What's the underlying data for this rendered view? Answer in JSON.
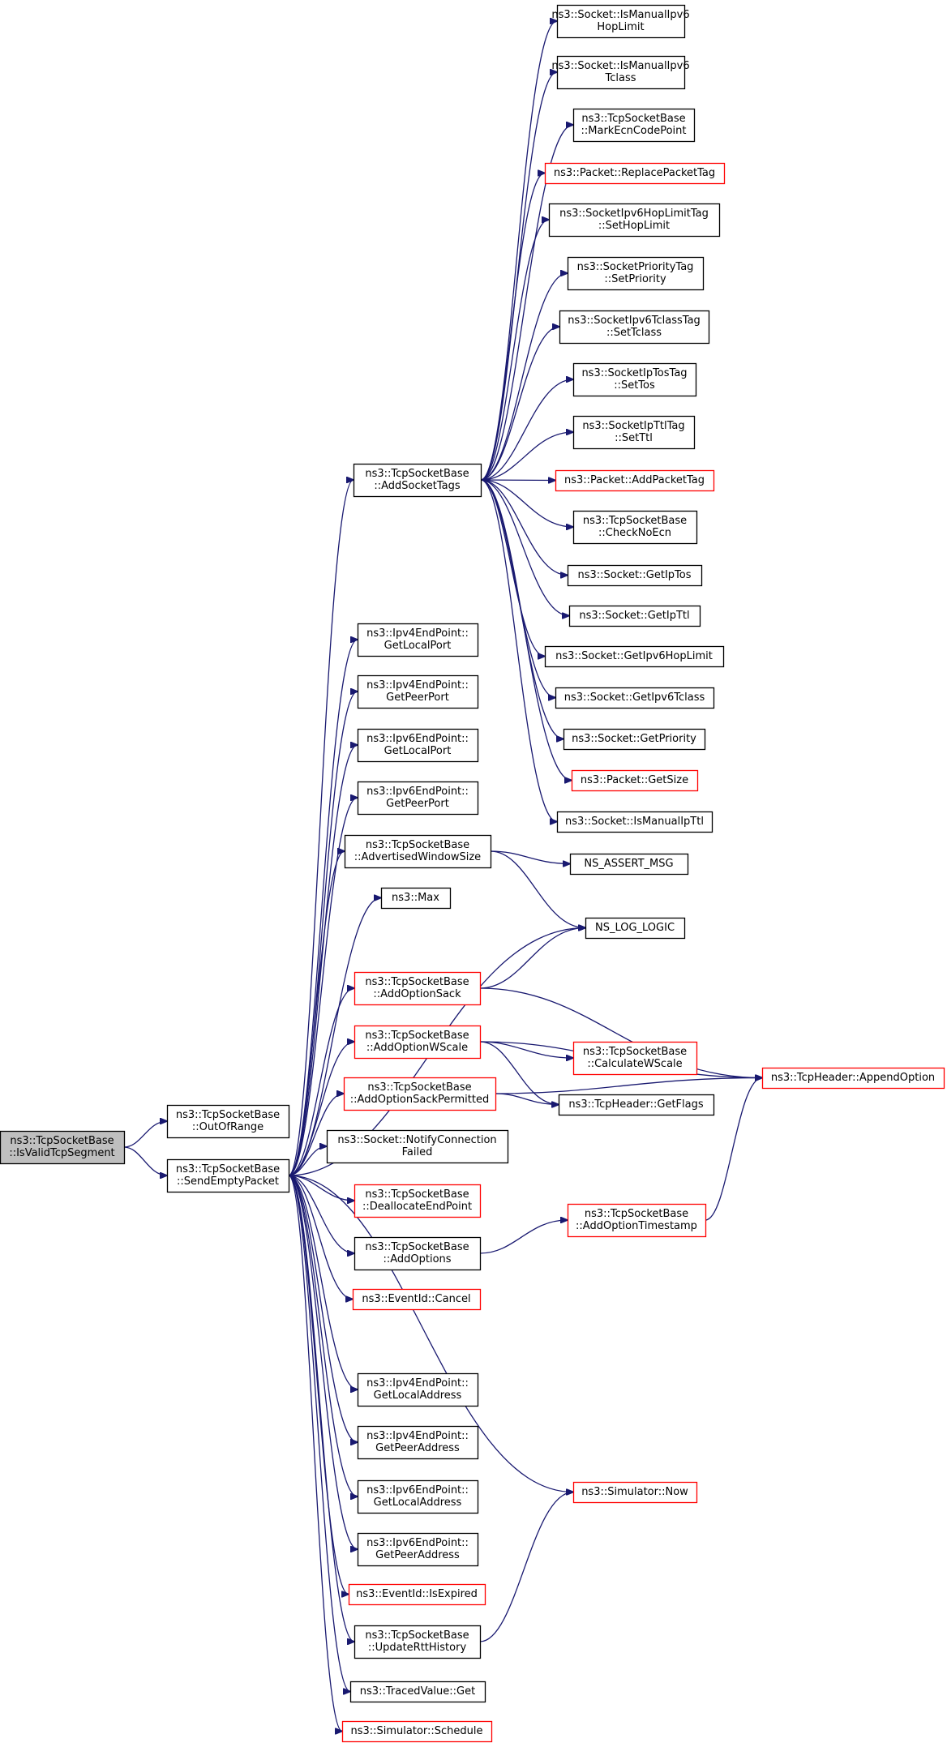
{
  "graph": {
    "edge_color": "#191970",
    "highlight_border_color": "#ff0000",
    "root_fill_color": "#bfbfbf",
    "nodes": [
      {
        "id": "root",
        "lines": [
          "ns3::TcpSocketBase",
          "::IsValidTcpSegment"
        ],
        "style": "root"
      },
      {
        "id": "outofrange",
        "lines": [
          "ns3::TcpSocketBase",
          "::OutOfRange"
        ],
        "style": "normal"
      },
      {
        "id": "sendempty",
        "lines": [
          "ns3::TcpSocketBase",
          "::SendEmptyPacket"
        ],
        "style": "normal"
      },
      {
        "id": "addsockettags",
        "lines": [
          "ns3::TcpSocketBase",
          "::AddSocketTags"
        ],
        "style": "normal"
      },
      {
        "id": "ismanualhop",
        "lines": [
          "ns3::Socket::IsManualIpv6",
          "HopLimit"
        ],
        "style": "normal"
      },
      {
        "id": "ismanualtclass",
        "lines": [
          "ns3::Socket::IsManualIpv6",
          "Tclass"
        ],
        "style": "normal"
      },
      {
        "id": "markecn",
        "lines": [
          "ns3::TcpSocketBase",
          "::MarkEcnCodePoint"
        ],
        "style": "normal"
      },
      {
        "id": "replacetag",
        "lines": [
          "ns3::Packet::ReplacePacketTag"
        ],
        "style": "red"
      },
      {
        "id": "sethoplimit",
        "lines": [
          "ns3::SocketIpv6HopLimitTag",
          "::SetHopLimit"
        ],
        "style": "normal"
      },
      {
        "id": "setpriority",
        "lines": [
          "ns3::SocketPriorityTag",
          "::SetPriority"
        ],
        "style": "normal"
      },
      {
        "id": "settclass",
        "lines": [
          "ns3::SocketIpv6TclassTag",
          "::SetTclass"
        ],
        "style": "normal"
      },
      {
        "id": "settos",
        "lines": [
          "ns3::SocketIpTosTag",
          "::SetTos"
        ],
        "style": "normal"
      },
      {
        "id": "setttl",
        "lines": [
          "ns3::SocketIpTtlTag",
          "::SetTtl"
        ],
        "style": "normal"
      },
      {
        "id": "addpackettag",
        "lines": [
          "ns3::Packet::AddPacketTag"
        ],
        "style": "red"
      },
      {
        "id": "checknoecn",
        "lines": [
          "ns3::TcpSocketBase",
          "::CheckNoEcn"
        ],
        "style": "normal"
      },
      {
        "id": "getiptos",
        "lines": [
          "ns3::Socket::GetIpTos"
        ],
        "style": "normal"
      },
      {
        "id": "getipttl",
        "lines": [
          "ns3::Socket::GetIpTtl"
        ],
        "style": "normal"
      },
      {
        "id": "getipv6hop",
        "lines": [
          "ns3::Socket::GetIpv6HopLimit"
        ],
        "style": "normal"
      },
      {
        "id": "getipv6tclass",
        "lines": [
          "ns3::Socket::GetIpv6Tclass"
        ],
        "style": "normal"
      },
      {
        "id": "getpriority",
        "lines": [
          "ns3::Socket::GetPriority"
        ],
        "style": "normal"
      },
      {
        "id": "getsize",
        "lines": [
          "ns3::Packet::GetSize"
        ],
        "style": "red"
      },
      {
        "id": "ismanualipttl",
        "lines": [
          "ns3::Socket::IsManualIpTtl"
        ],
        "style": "normal"
      },
      {
        "id": "ipv4localport",
        "lines": [
          "ns3::Ipv4EndPoint::",
          "GetLocalPort"
        ],
        "style": "normal"
      },
      {
        "id": "ipv4peerport",
        "lines": [
          "ns3::Ipv4EndPoint::",
          "GetPeerPort"
        ],
        "style": "normal"
      },
      {
        "id": "ipv6localport",
        "lines": [
          "ns3::Ipv6EndPoint::",
          "GetLocalPort"
        ],
        "style": "normal"
      },
      {
        "id": "ipv6peerport",
        "lines": [
          "ns3::Ipv6EndPoint::",
          "GetPeerPort"
        ],
        "style": "normal"
      },
      {
        "id": "advwin",
        "lines": [
          "ns3::TcpSocketBase",
          "::AdvertisedWindowSize"
        ],
        "style": "normal"
      },
      {
        "id": "max",
        "lines": [
          "ns3::Max"
        ],
        "style": "normal"
      },
      {
        "id": "assertmsg",
        "lines": [
          "NS_ASSERT_MSG"
        ],
        "style": "normal"
      },
      {
        "id": "loglogic",
        "lines": [
          "NS_LOG_LOGIC"
        ],
        "style": "normal"
      },
      {
        "id": "addoptsack",
        "lines": [
          "ns3::TcpSocketBase",
          "::AddOptionSack"
        ],
        "style": "red"
      },
      {
        "id": "addoptwscale",
        "lines": [
          "ns3::TcpSocketBase",
          "::AddOptionWScale"
        ],
        "style": "red"
      },
      {
        "id": "calcwscale",
        "lines": [
          "ns3::TcpSocketBase",
          "::CalculateWScale"
        ],
        "style": "red"
      },
      {
        "id": "appendopt",
        "lines": [
          "ns3::TcpHeader::AppendOption"
        ],
        "style": "red"
      },
      {
        "id": "addoptsackperm",
        "lines": [
          "ns3::TcpSocketBase",
          "::AddOptionSackPermitted"
        ],
        "style": "red"
      },
      {
        "id": "getflags",
        "lines": [
          "ns3::TcpHeader::GetFlags"
        ],
        "style": "normal"
      },
      {
        "id": "notifyconnfail",
        "lines": [
          "ns3::Socket::NotifyConnection",
          "Failed"
        ],
        "style": "normal"
      },
      {
        "id": "deallocep",
        "lines": [
          "ns3::TcpSocketBase",
          "::DeallocateEndPoint"
        ],
        "style": "red"
      },
      {
        "id": "addopttimestamp",
        "lines": [
          "ns3::TcpSocketBase",
          "::AddOptionTimestamp"
        ],
        "style": "red"
      },
      {
        "id": "addoptions",
        "lines": [
          "ns3::TcpSocketBase",
          "::AddOptions"
        ],
        "style": "normal"
      },
      {
        "id": "cancel",
        "lines": [
          "ns3::EventId::Cancel"
        ],
        "style": "red"
      },
      {
        "id": "ipv4localaddr",
        "lines": [
          "ns3::Ipv4EndPoint::",
          "GetLocalAddress"
        ],
        "style": "normal"
      },
      {
        "id": "ipv4peeraddr",
        "lines": [
          "ns3::Ipv4EndPoint::",
          "GetPeerAddress"
        ],
        "style": "normal"
      },
      {
        "id": "ipv6localaddr",
        "lines": [
          "ns3::Ipv6EndPoint::",
          "GetLocalAddress"
        ],
        "style": "normal"
      },
      {
        "id": "ipv6peeraddr",
        "lines": [
          "ns3::Ipv6EndPoint::",
          "GetPeerAddress"
        ],
        "style": "normal"
      },
      {
        "id": "now",
        "lines": [
          "ns3::Simulator::Now"
        ],
        "style": "red"
      },
      {
        "id": "isexpired",
        "lines": [
          "ns3::EventId::IsExpired"
        ],
        "style": "red"
      },
      {
        "id": "updatertt",
        "lines": [
          "ns3::TcpSocketBase",
          "::UpdateRttHistory"
        ],
        "style": "normal"
      },
      {
        "id": "tracedget",
        "lines": [
          "ns3::TracedValue::Get"
        ],
        "style": "normal"
      },
      {
        "id": "schedule",
        "lines": [
          "ns3::Simulator::Schedule"
        ],
        "style": "red"
      }
    ],
    "edges": [
      [
        "root",
        "outofrange"
      ],
      [
        "root",
        "sendempty"
      ],
      [
        "sendempty",
        "addsockettags"
      ],
      [
        "addsockettags",
        "ismanualhop"
      ],
      [
        "addsockettags",
        "ismanualtclass"
      ],
      [
        "addsockettags",
        "markecn"
      ],
      [
        "addsockettags",
        "replacetag"
      ],
      [
        "addsockettags",
        "sethoplimit"
      ],
      [
        "addsockettags",
        "setpriority"
      ],
      [
        "addsockettags",
        "settclass"
      ],
      [
        "addsockettags",
        "settos"
      ],
      [
        "addsockettags",
        "setttl"
      ],
      [
        "addsockettags",
        "addpackettag"
      ],
      [
        "addsockettags",
        "checknoecn"
      ],
      [
        "addsockettags",
        "getiptos"
      ],
      [
        "addsockettags",
        "getipttl"
      ],
      [
        "addsockettags",
        "getipv6hop"
      ],
      [
        "addsockettags",
        "getipv6tclass"
      ],
      [
        "addsockettags",
        "getpriority"
      ],
      [
        "addsockettags",
        "getsize"
      ],
      [
        "addsockettags",
        "ismanualipttl"
      ],
      [
        "sendempty",
        "ipv4localport"
      ],
      [
        "sendempty",
        "ipv4peerport"
      ],
      [
        "sendempty",
        "ipv6localport"
      ],
      [
        "sendempty",
        "ipv6peerport"
      ],
      [
        "sendempty",
        "advwin"
      ],
      [
        "sendempty",
        "max"
      ],
      [
        "sendempty",
        "loglogic"
      ],
      [
        "sendempty",
        "addoptsack"
      ],
      [
        "sendempty",
        "addoptwscale"
      ],
      [
        "sendempty",
        "addoptsackperm"
      ],
      [
        "sendempty",
        "notifyconnfail"
      ],
      [
        "sendempty",
        "deallocep"
      ],
      [
        "sendempty",
        "addoptions"
      ],
      [
        "sendempty",
        "cancel"
      ],
      [
        "sendempty",
        "ipv4localaddr"
      ],
      [
        "sendempty",
        "ipv4peeraddr"
      ],
      [
        "sendempty",
        "ipv6localaddr"
      ],
      [
        "sendempty",
        "ipv6peeraddr"
      ],
      [
        "sendempty",
        "now"
      ],
      [
        "sendempty",
        "isexpired"
      ],
      [
        "sendempty",
        "updatertt"
      ],
      [
        "sendempty",
        "tracedget"
      ],
      [
        "sendempty",
        "schedule"
      ],
      [
        "advwin",
        "assertmsg"
      ],
      [
        "advwin",
        "loglogic"
      ],
      [
        "addoptsack",
        "loglogic"
      ],
      [
        "addoptsack",
        "appendopt"
      ],
      [
        "addoptwscale",
        "calcwscale"
      ],
      [
        "addoptwscale",
        "appendopt"
      ],
      [
        "addoptwscale",
        "getflags"
      ],
      [
        "addoptsackperm",
        "getflags"
      ],
      [
        "addoptsackperm",
        "appendopt"
      ],
      [
        "addoptions",
        "addopttimestamp"
      ],
      [
        "addopttimestamp",
        "appendopt"
      ],
      [
        "updatertt",
        "now"
      ]
    ]
  }
}
